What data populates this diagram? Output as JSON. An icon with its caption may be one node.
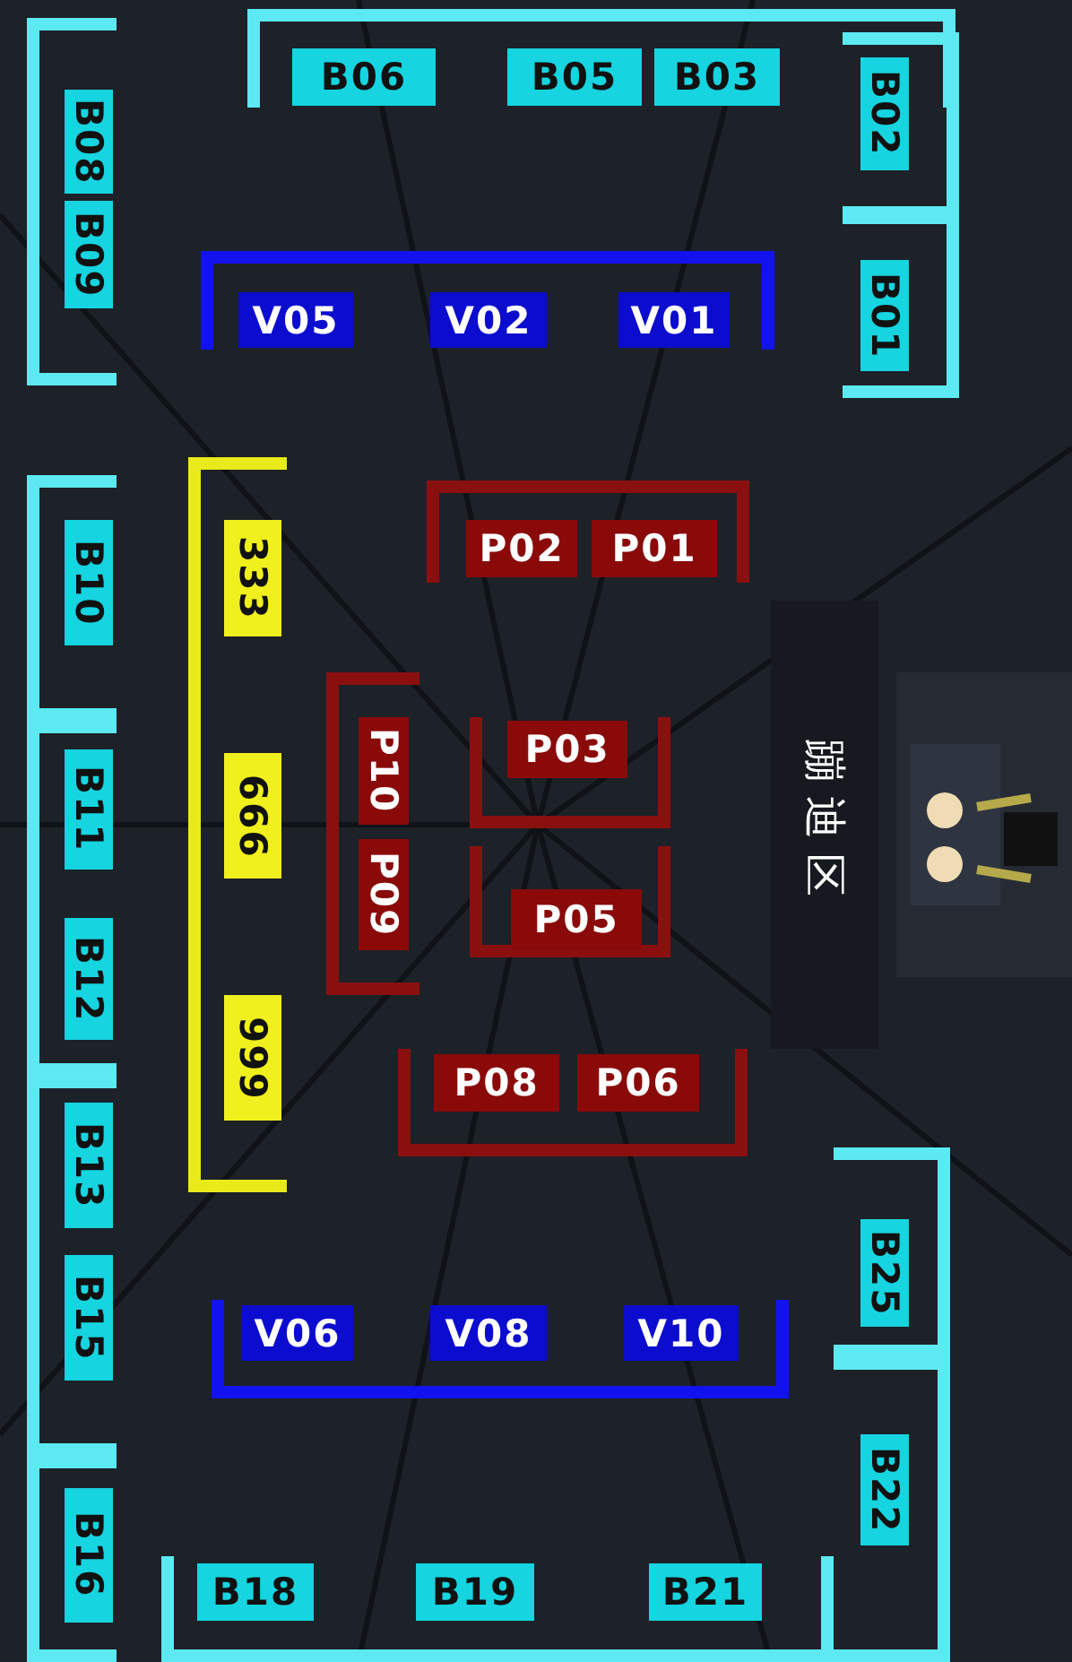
{
  "diagram": {
    "nodes": [
      {
        "text": [
          "B06"
        ]
      },
      {
        "text": [
          "B05"
        ]
      },
      {
        "text": [
          "B03"
        ]
      },
      {
        "text": [
          "B02"
        ]
      },
      {
        "text": [
          "B08"
        ]
      },
      {
        "text": [
          "B09"
        ]
      },
      {
        "text": [
          "V05"
        ]
      },
      {
        "text": [
          "V02"
        ]
      },
      {
        "text": [
          "V01"
        ]
      },
      {
        "text": [
          "B01"
        ]
      },
      {
        "text": [
          "B10"
        ]
      },
      {
        "text": [
          "333"
        ]
      },
      {
        "text": [
          "P02"
        ]
      },
      {
        "text": [
          "P01"
        ]
      },
      {
        "text": [
          "P10"
        ]
      },
      {
        "text": [
          "P03"
        ]
      },
      {
        "text": [
          "蹦迪区"
        ]
      },
      {
        "text": [
          "B11"
        ]
      },
      {
        "text": [
          "666"
        ]
      },
      {
        "text": [
          "P09"
        ]
      },
      {
        "text": [
          "P05"
        ]
      },
      {
        "text": [
          "B12"
        ]
      },
      {
        "text": [
          "999"
        ]
      },
      {
        "text": [
          "P08"
        ]
      },
      {
        "text": [
          "P06"
        ]
      },
      {
        "text": [
          "B13"
        ]
      },
      {
        "text": [
          "B25"
        ]
      },
      {
        "text": [
          "B15"
        ]
      },
      {
        "text": [
          "V06"
        ]
      },
      {
        "text": [
          "V08"
        ]
      },
      {
        "text": [
          "V10"
        ]
      },
      {
        "text": [
          "B22"
        ]
      },
      {
        "text": [
          "B16"
        ]
      },
      {
        "text": [
          "B18"
        ]
      },
      {
        "text": [
          "B19"
        ]
      },
      {
        "text": [
          "B21"
        ]
      }
    ]
  }
}
